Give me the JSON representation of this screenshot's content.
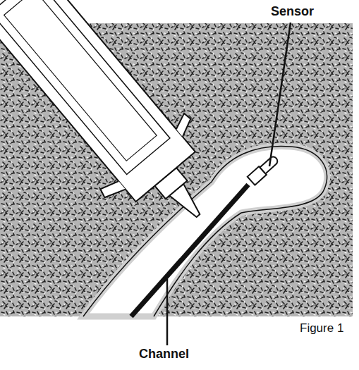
{
  "diagram": {
    "caption": "Figure 1",
    "labels": [
      "Sensor",
      "Channel"
    ]
  }
}
